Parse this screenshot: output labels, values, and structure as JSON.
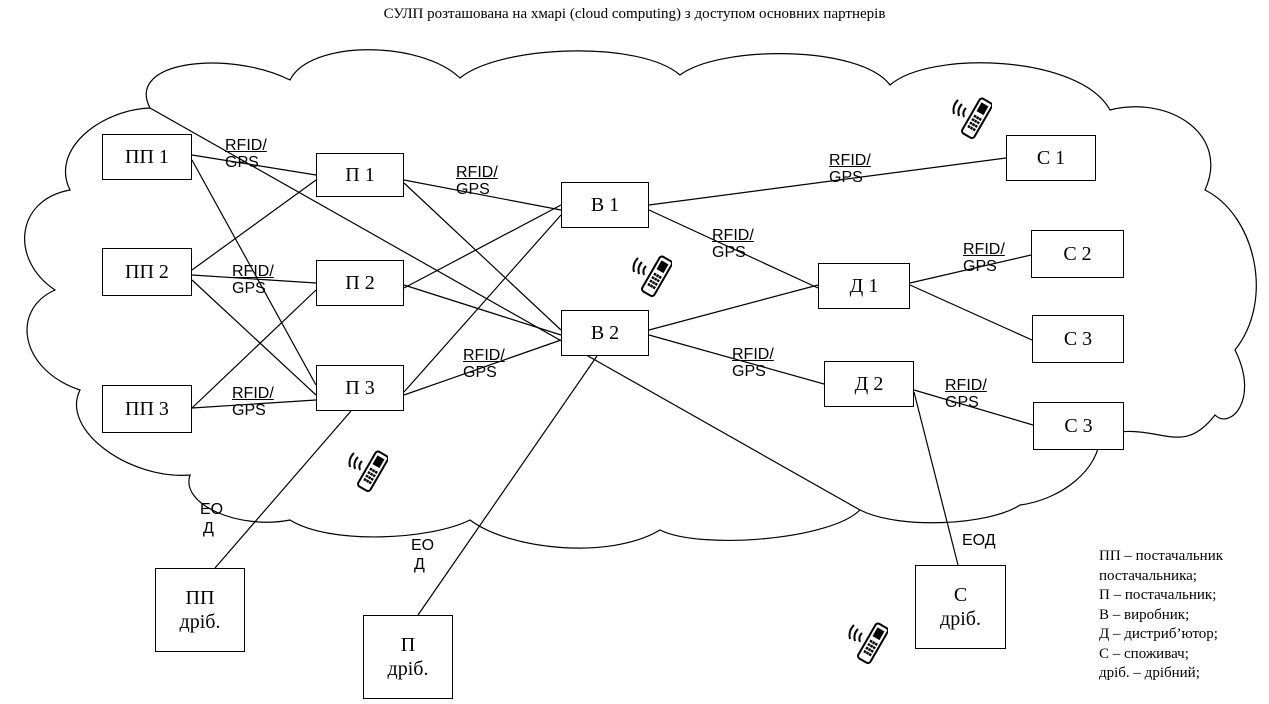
{
  "title": "СУЛП розташована на хмарі (cloud computing) з доступом основних партнерів",
  "nodes": {
    "pp1": "ПП 1",
    "pp2": "ПП 2",
    "pp3": "ПП 3",
    "p1": "П 1",
    "p2": "П 2",
    "p3": "П 3",
    "v1": "В 1",
    "v2": "В 2",
    "d1": "Д 1",
    "d2": "Д 2",
    "c1": "С 1",
    "c2": "С 2",
    "c3a": "С 3",
    "c3b": "С 3",
    "pp_drib": {
      "line1": "ПП",
      "line2": "дріб."
    },
    "p_drib": {
      "line1": "П",
      "line2": "дріб."
    },
    "c_drib": {
      "line1": "С",
      "line2": "дріб."
    }
  },
  "edge_labels": {
    "rfid": "RFID/",
    "gps": "GPS"
  },
  "eod": {
    "pp_top": "ЕО",
    "pp_bottom": "Д",
    "p_top": "ЕО",
    "p_bottom": "Д",
    "c": "ЕОД"
  },
  "legend": [
    "ПП – постачальник",
    "постачальника;",
    "П – постачальник;",
    "В – виробник;",
    "Д – дистриб’ютор;",
    "С – споживач;",
    "дріб. – дрібний;"
  ],
  "icons": [
    "mobile-phone-signal-icon"
  ]
}
